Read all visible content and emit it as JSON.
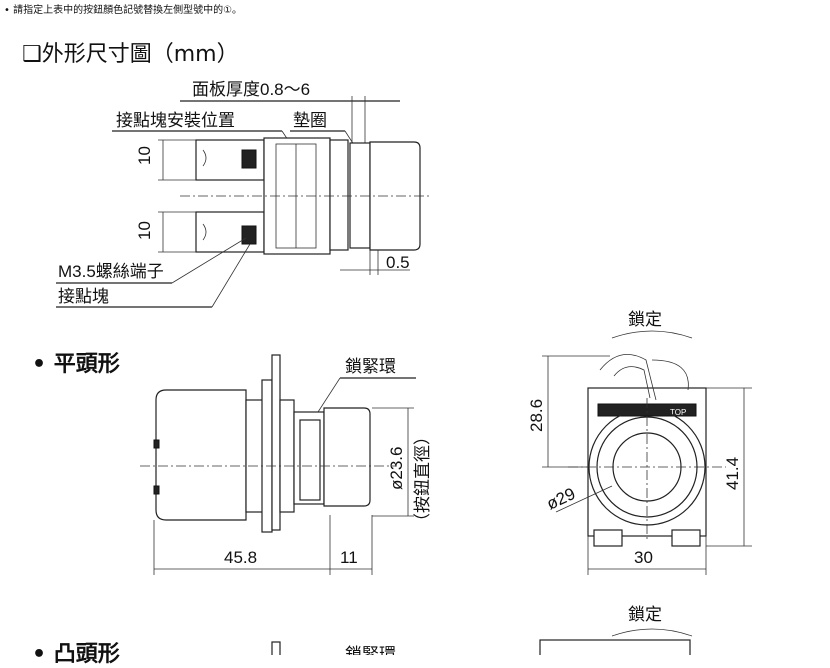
{
  "note": "• 請指定上表中的按鈕顏色記號替換左側型號中的①。",
  "heading": "❑外形尺寸圖（mm）",
  "top_view": {
    "panel_thickness": "面板厚度0.8～6",
    "contact_block_position": "接點塊安裝位置",
    "gasket": "墊圈",
    "dim_10_upper": "10",
    "dim_10_lower": "10",
    "dim_0_5": "0.5",
    "terminal": "M3.5螺絲端子",
    "contact_block": "接點塊"
  },
  "flat_head": {
    "title": "• 平頭形",
    "lock_ring": "鎖緊環",
    "dia": "ø23.6",
    "button_dia": "（按鈕直徑）",
    "dim_45_8": "45.8",
    "dim_11": "11"
  },
  "front_view": {
    "lock": "鎖定",
    "dim_28_6": "28.6",
    "dim_41_4": "41.4",
    "dim_29": "ø29",
    "dim_30": "30",
    "top_mark": "TOP"
  },
  "convex_head": {
    "title": "• 凸頭形",
    "lock_ring": "鎖緊環",
    "lock": "鎖定"
  }
}
